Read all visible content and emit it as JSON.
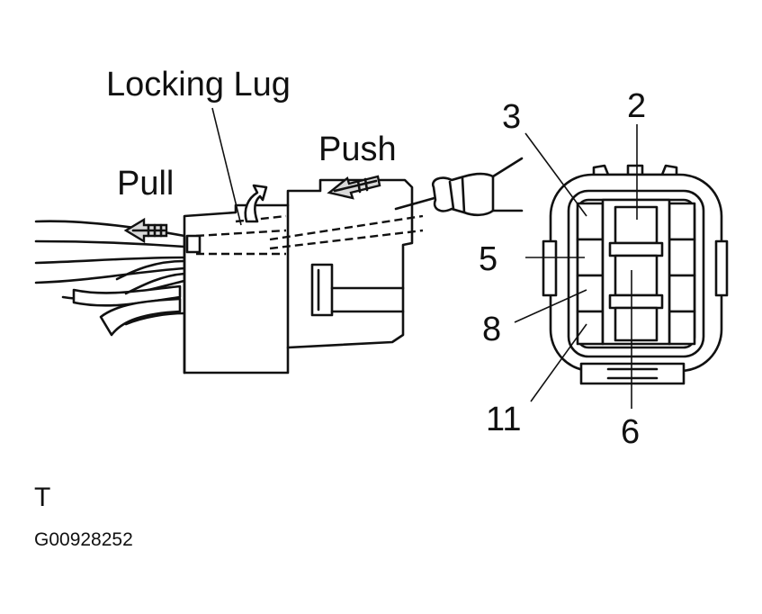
{
  "labels": {
    "locking_lug": "Locking Lug",
    "push": "Push",
    "pull": "Pull"
  },
  "terminals": {
    "t2": "2",
    "t3": "3",
    "t5": "5",
    "t8": "8",
    "t11": "11",
    "t6": "6"
  },
  "footer": {
    "mark": "T",
    "figure_code": "G00928252"
  }
}
